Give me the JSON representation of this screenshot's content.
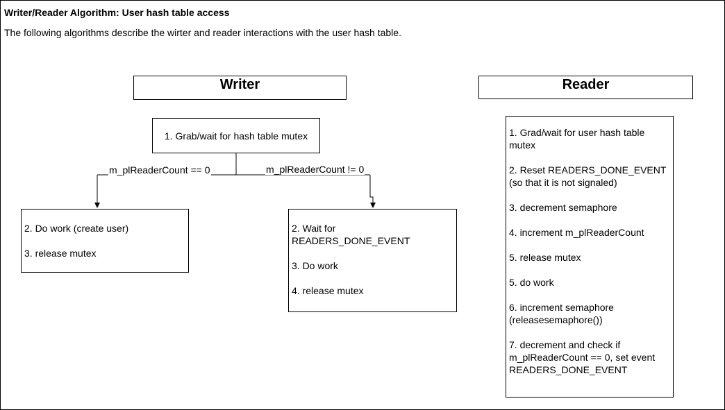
{
  "title": "Writer/Reader Algorithm: User hash table access",
  "description": "The following algorithms describe the wirter and reader interactions with the user hash table.",
  "writer": {
    "header": "Writer",
    "step1": "1. Grab/wait for hash table mutex",
    "edge_left": "m_plReaderCount == 0",
    "edge_right": "m_plReaderCount != 0",
    "left_box": [
      "2. Do work (create user)",
      "3. release mutex"
    ],
    "right_box": [
      "2. Wait for READERS_DONE_EVENT",
      "3. Do work",
      "4. release mutex"
    ]
  },
  "reader": {
    "header": "Reader",
    "steps": [
      "1. Grad/wait for user hash table mutex",
      "2. Reset READERS_DONE_EVENT (so that it is not signaled)",
      "3. decrement semaphore",
      "4. increment m_plReaderCount",
      "5. release mutex",
      "5. do work",
      "6. increment semaphore (releasesemaphore())",
      "7. decrement and check if m_plReaderCount == 0, set event READERS_DONE_EVENT"
    ]
  }
}
